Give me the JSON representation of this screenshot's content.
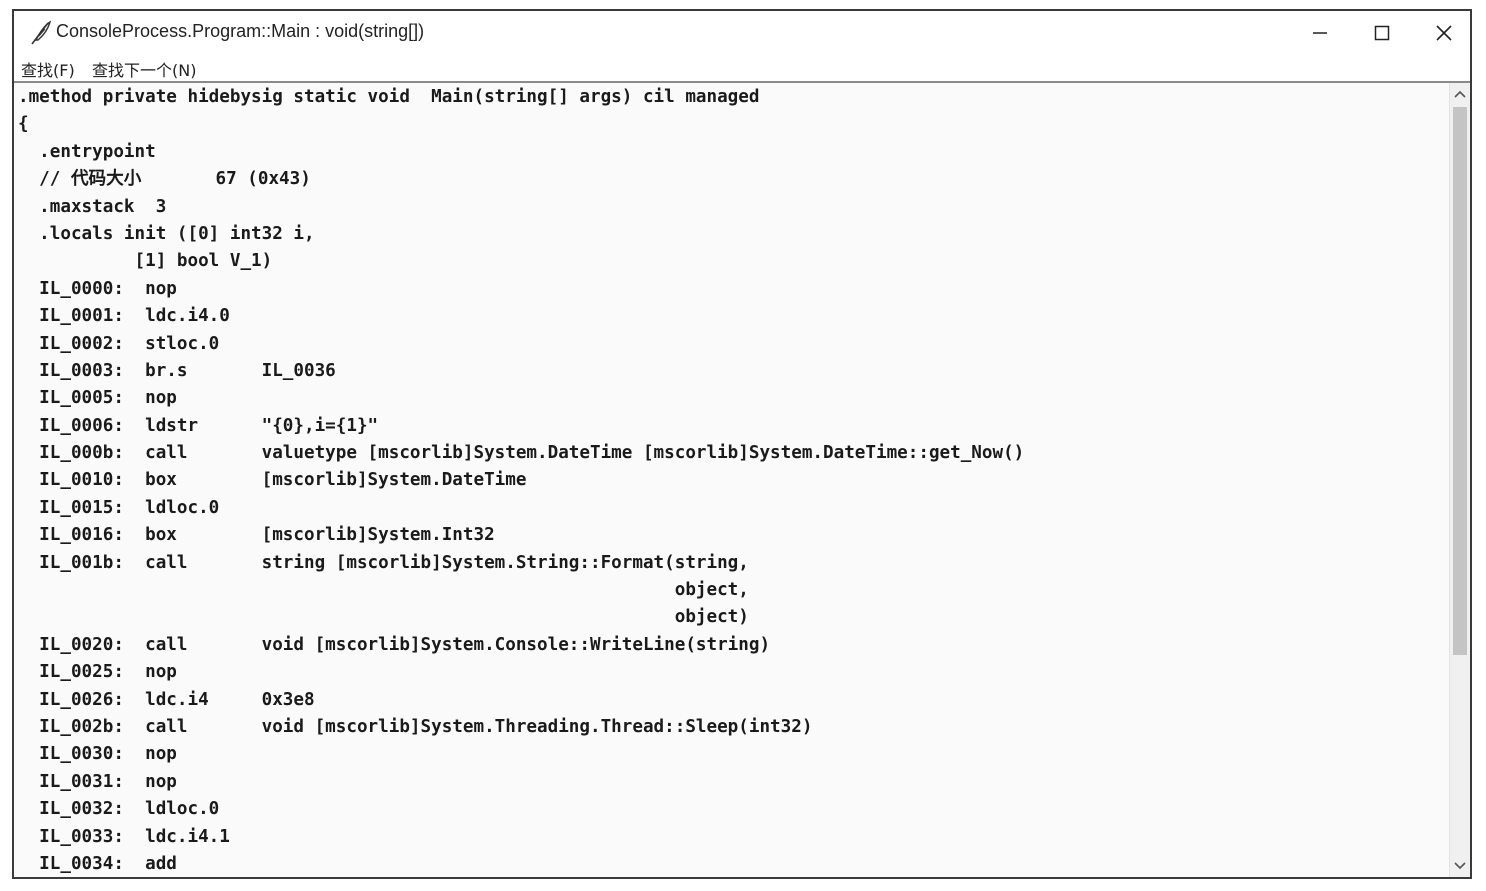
{
  "window": {
    "title": "ConsoleProcess.Program::Main : void(string[])",
    "icon": "quill-pen-icon",
    "controls": {
      "minimize": "minimize-icon",
      "maximize": "maximize-icon",
      "close": "close-icon"
    }
  },
  "menu": {
    "find_label": "查找(F)",
    "find_next_label": "查找下一个(N)"
  },
  "code": {
    "lines": [
      ".method private hidebysig static void  Main(string[] args) cil managed",
      "{",
      "  .entrypoint",
      "  // 代码大小       67 (0x43)",
      "  .maxstack  3",
      "  .locals init ([0] int32 i,",
      "           [1] bool V_1)",
      "  IL_0000:  nop",
      "  IL_0001:  ldc.i4.0",
      "  IL_0002:  stloc.0",
      "  IL_0003:  br.s       IL_0036",
      "  IL_0005:  nop",
      "  IL_0006:  ldstr      \"{0},i={1}\"",
      "  IL_000b:  call       valuetype [mscorlib]System.DateTime [mscorlib]System.DateTime::get_Now()",
      "  IL_0010:  box        [mscorlib]System.DateTime",
      "  IL_0015:  ldloc.0",
      "  IL_0016:  box        [mscorlib]System.Int32",
      "  IL_001b:  call       string [mscorlib]System.String::Format(string,",
      "                                                              object,",
      "                                                              object)",
      "  IL_0020:  call       void [mscorlib]System.Console::WriteLine(string)",
      "  IL_0025:  nop",
      "  IL_0026:  ldc.i4     0x3e8",
      "  IL_002b:  call       void [mscorlib]System.Threading.Thread::Sleep(int32)",
      "  IL_0030:  nop",
      "  IL_0031:  nop",
      "  IL_0032:  ldloc.0",
      "  IL_0033:  ldc.i4.1",
      "  IL_0034:  add"
    ]
  },
  "scrollbar": {
    "up": "chevron-up-icon",
    "down": "chevron-down-icon"
  }
}
